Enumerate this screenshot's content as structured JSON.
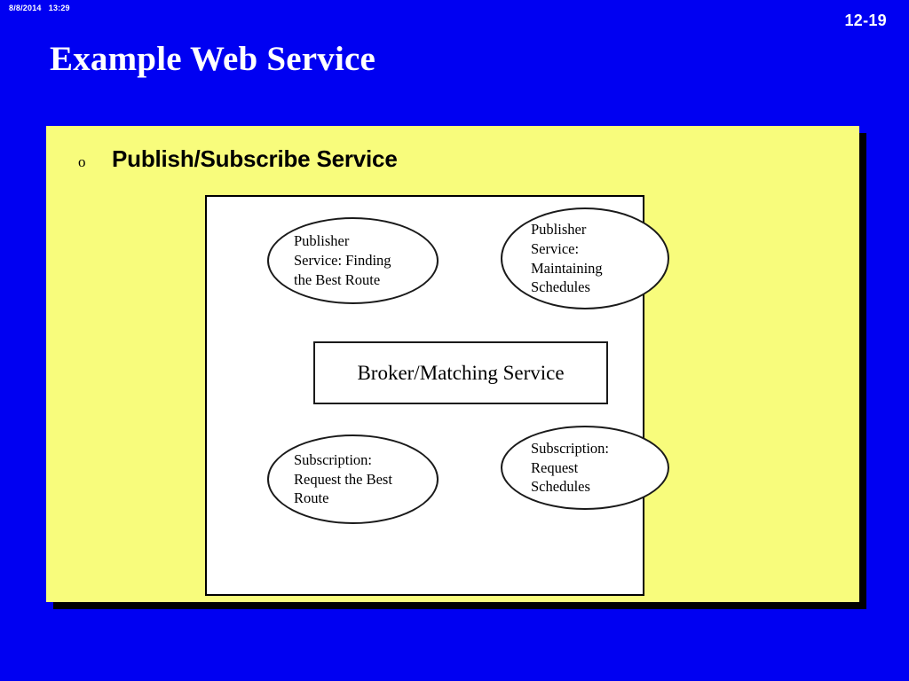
{
  "slide": {
    "timestamp": "8/8/2014   13:29",
    "number": "12-19",
    "title": "Example Web Service",
    "background_color": "#0000F2",
    "panel_color": "#F8FC7C"
  },
  "bullet": {
    "marker": "o",
    "text": "Publish/Subscribe Service"
  },
  "diagram": {
    "nodes": [
      {
        "id": "publisher-route",
        "shape": "ellipse",
        "label": "Publisher\nService: Finding\nthe Best Route"
      },
      {
        "id": "publisher-schedules",
        "shape": "ellipse",
        "label": "Publisher\nService:\nMaintaining\nSchedules"
      },
      {
        "id": "broker",
        "shape": "rectangle",
        "label": "Broker/Matching Service"
      },
      {
        "id": "subscription-route",
        "shape": "ellipse",
        "label": "Subscription:\nRequest the Best\nRoute"
      },
      {
        "id": "subscription-schedules",
        "shape": "ellipse",
        "label": "Subscription:\nRequest\nSchedules"
      }
    ]
  }
}
